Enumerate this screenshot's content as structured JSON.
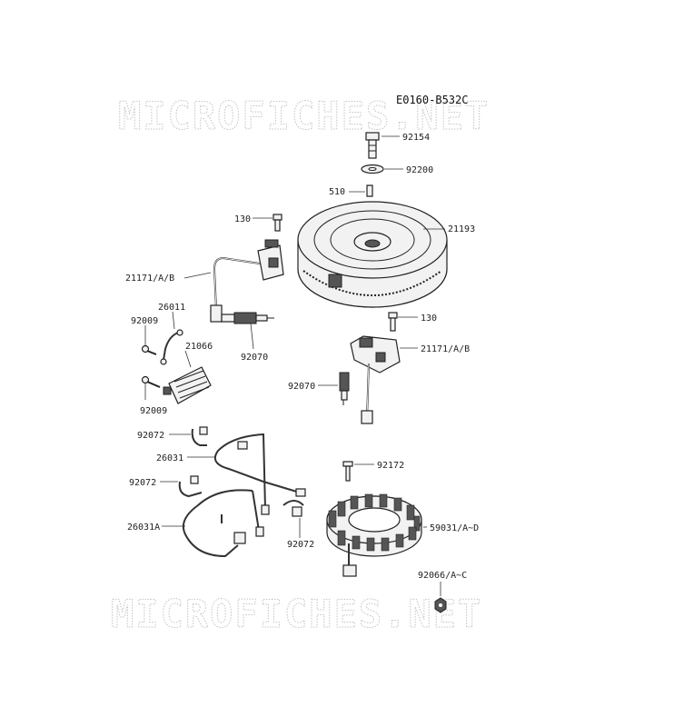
{
  "diagram_code": "E0160-B532C",
  "watermark": "MICROFICHES.NET",
  "parts": {
    "p92154": "92154",
    "p92200": "92200",
    "p510": "510",
    "p130_top": "130",
    "p21193": "21193",
    "p21171_left": "21171/A/B",
    "p26011": "26011",
    "p92009_top": "92009",
    "p21066": "21066",
    "p92070_left": "92070",
    "p92009_bottom": "92009",
    "p130_mid": "130",
    "p21171_right": "21171/A/B",
    "p92070_right": "92070",
    "p92072_top": "92072",
    "p26031": "26031",
    "p92172": "92172",
    "p92072_mid": "92072",
    "p26031A": "26031A",
    "p92072_bottom": "92072",
    "p59031": "59031/A~D",
    "p92066": "92066/A~C"
  }
}
